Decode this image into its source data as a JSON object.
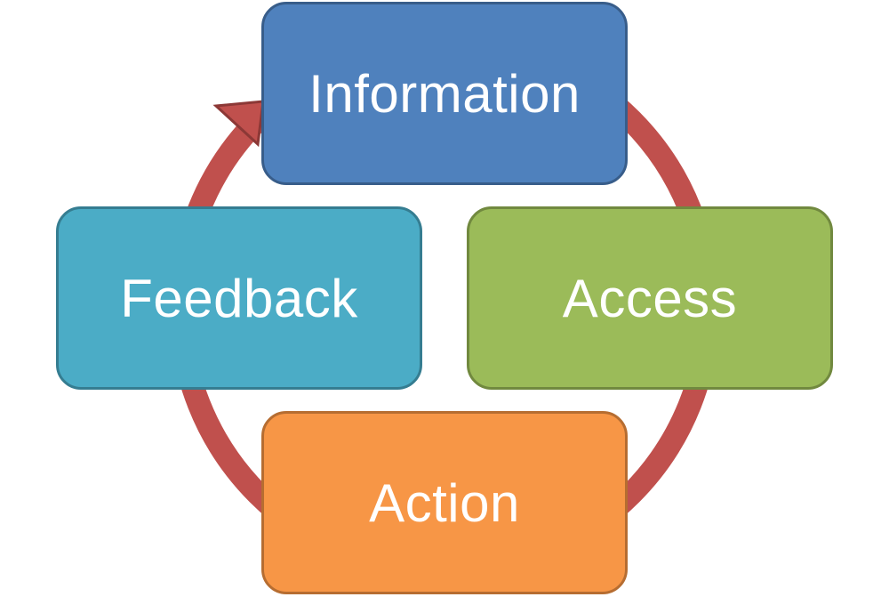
{
  "diagram": {
    "arrow_color": "#C0504D",
    "arrow_border": "#8C3836",
    "nodes": [
      {
        "id": "information",
        "label": "Information",
        "fill": "#4F81BD",
        "border": "#385D8A"
      },
      {
        "id": "access",
        "label": "Access",
        "fill": "#9BBB59",
        "border": "#71893F"
      },
      {
        "id": "action",
        "label": "Action",
        "fill": "#F79646",
        "border": "#B66D31"
      },
      {
        "id": "feedback",
        "label": "Feedback",
        "fill": "#4BACC6",
        "border": "#357D91"
      }
    ]
  }
}
